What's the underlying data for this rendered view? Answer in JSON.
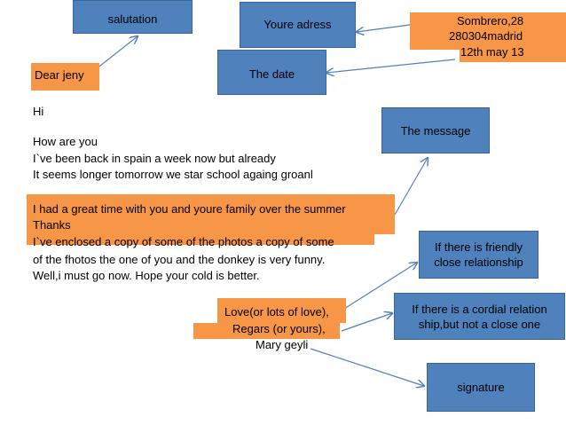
{
  "boxes": {
    "salutation": "salutation",
    "address_label": "Youre adress",
    "the_date": "The date",
    "the_message": "The message",
    "friendly": [
      "If there is friendly",
      "close relationship"
    ],
    "cordial": [
      "If there is a cordial relation",
      "ship,but not a close one"
    ],
    "signature": "signature"
  },
  "address": [
    "Sombrero,28",
    "280304madrid",
    "12th may 13"
  ],
  "letter": {
    "greeting": "Dear jeny",
    "hi": "Hi",
    "body1": [
      "How are you",
      "I`ve been back in spain a week now but already",
      "It seems longer tomorrow we star  school againg groanl"
    ],
    "highlight": [
      "I had  a great time with you  and youre family over the summer",
      "Thanks"
    ],
    "body2": [
      "I`ve enclosed a copy of some of the photos  a copy of some",
      "of the fhotos the one of you and the donkey is very funny.",
      "Well,i must go now. Hope your cold is better."
    ],
    "closing_love": "Love(or lots of love),",
    "closing_regards": "Regars (or yours),",
    "name": "Mary geyli"
  },
  "colors": {
    "blue": "#4f81bd",
    "orange": "#f79646",
    "arrow": "#4f81bd"
  }
}
